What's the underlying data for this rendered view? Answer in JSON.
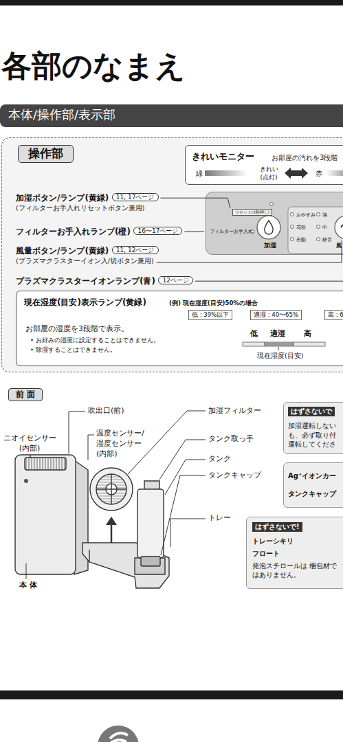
{
  "diagram": {
    "title": "各部のなまえ",
    "nodes": [
      {
        "text": [
          "本体/操作部/表示部"
        ]
      },
      {
        "text": [
          "操作部"
        ]
      },
      {
        "text": [
          "11, 17ページ"
        ],
        "in": 1
      },
      {
        "text": [
          "16〜17ページ"
        ],
        "in": 1
      },
      {
        "text": [
          "11, 12ページ"
        ],
        "in": 1
      },
      {
        "text": [
          "12ページ"
        ],
        "in": 1
      },
      {
        "text": [
          "きれいモニター",
          "お部屋の汚れを3段階",
          "緑",
          "きれい (点灯)",
          "赤"
        ],
        "in": 1
      },
      {
        "text": [
          "フィルターお手入れ",
          "加湿",
          "おやすみ",
          "強",
          "花粉",
          "中",
          "自動",
          "静音",
          "風"
        ],
        "in": 1
      },
      {
        "text": [
          "リセット(3秒押し)"
        ],
        "in": 7
      },
      {
        "text": [
          "現在湿度(目安)表示ランプ(黄緑)",
          "(例) 現在湿度(目安)50%の場合",
          "お部屋の湿度を3段階で表示。",
          "• お好みの湿度に設定することはできません。",
          "• 除湿することはできません。",
          "低",
          "適湿",
          "高",
          "現在湿度(目安)"
        ],
        "in": 1
      },
      {
        "text": [
          "低 : 39%以下"
        ],
        "in": 9
      },
      {
        "text": [
          "適湿 : 40〜65%"
        ],
        "in": 9
      },
      {
        "text": [
          "高 : 6"
        ],
        "in": 9
      },
      {
        "text": [
          "前 面"
        ]
      },
      {
        "text": [
          "はずさないで",
          "加湿運転しない も、必ず取り付 運転してくださ"
        ]
      },
      {
        "text": [
          "Ag⁺イオンカー",
          "タンクキャップ"
        ]
      },
      {
        "text": [
          "はずさないで!",
          "トレーシキリ",
          "フロート",
          "発泡スチロールは 梱包材ではありません。"
        ]
      }
    ],
    "labels": [
      "加湿ボタン/ランプ(黄緑)",
      "(フィルターお手入れリセットボタン兼用)",
      "フィルターお手入れランプ(橙)",
      "風量ボタン/ランプ(黄緑)",
      "(プラズマクラスターイオン入/切ボタン兼用)",
      "プラズマクラスターイオンランプ(青)",
      "吹出口(前)",
      "ニオイセンサー (内部)",
      "温度センサー/ 湿度センサー (内部)",
      "加湿フィルター",
      "タンク取っ手",
      "タンク",
      "タンクキャップ",
      "トレー",
      "本 体"
    ]
  }
}
